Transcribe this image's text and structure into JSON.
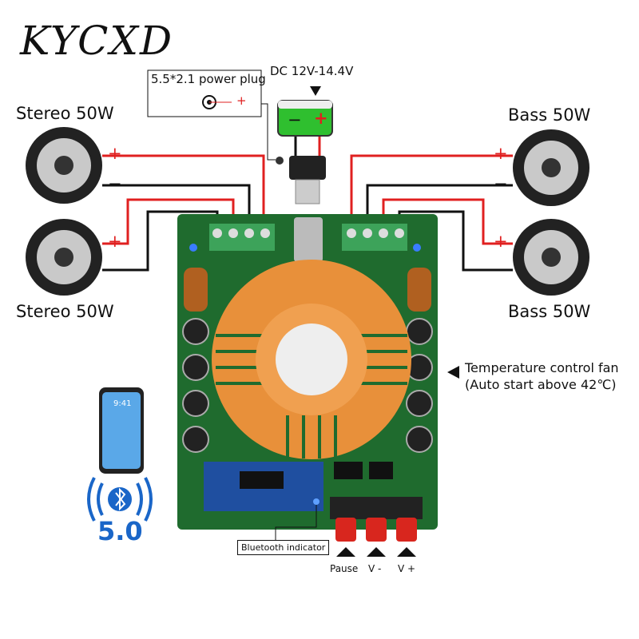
{
  "brand": {
    "logo": "KYCXD"
  },
  "power": {
    "plug_label": "5.5*2.1 power plug",
    "plug_polarity": "+",
    "dc_label": "DC 12V-14.4V",
    "battery_minus": "−",
    "battery_plus": "+"
  },
  "speakers": {
    "stereo_top": "Stereo 50W",
    "stereo_bottom": "Stereo 50W",
    "bass_top": "Bass 50W",
    "bass_bottom": "Bass 50W",
    "plus": "+",
    "minus": "−"
  },
  "fan": {
    "line1": "Temperature control fan",
    "line2": "(Auto start above 42℃)"
  },
  "bluetooth": {
    "indicator_label": "Bluetooth indicator",
    "version": "5.0",
    "phone_time": "9:41"
  },
  "buttons": [
    {
      "label": "Pause"
    },
    {
      "label": "V -"
    },
    {
      "label": "V +"
    }
  ],
  "colors": {
    "board": "#1f6b2e",
    "heatsink": "#e8903a",
    "wire_red": "#e02020",
    "button_red": "#d8261e",
    "bt_blue": "#1a66c8"
  }
}
